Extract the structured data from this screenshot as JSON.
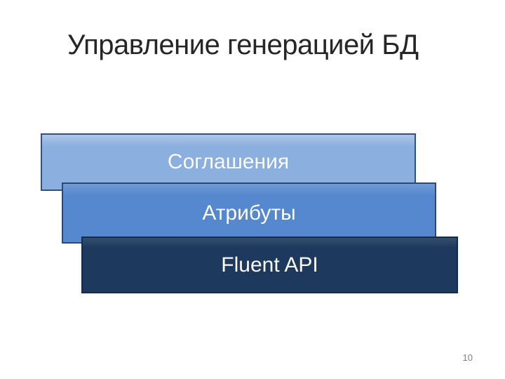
{
  "slide": {
    "title": "Управление генерацией БД",
    "page_number": "10",
    "background_color": "#ffffff",
    "title_color": "#262626",
    "page_number_color": "#7f7f7f"
  },
  "boxes": [
    {
      "label": "Соглашения",
      "fill": "#8bafde",
      "border": "#35507a",
      "text_color": "#ffffff"
    },
    {
      "label": "Атрибуты",
      "fill": "#5588ce",
      "border": "#2e4a74",
      "text_color": "#ffffff"
    },
    {
      "label": "Fluent API",
      "fill": "#1d3a5e",
      "border": "#152c49",
      "text_color": "#fafafa"
    }
  ]
}
